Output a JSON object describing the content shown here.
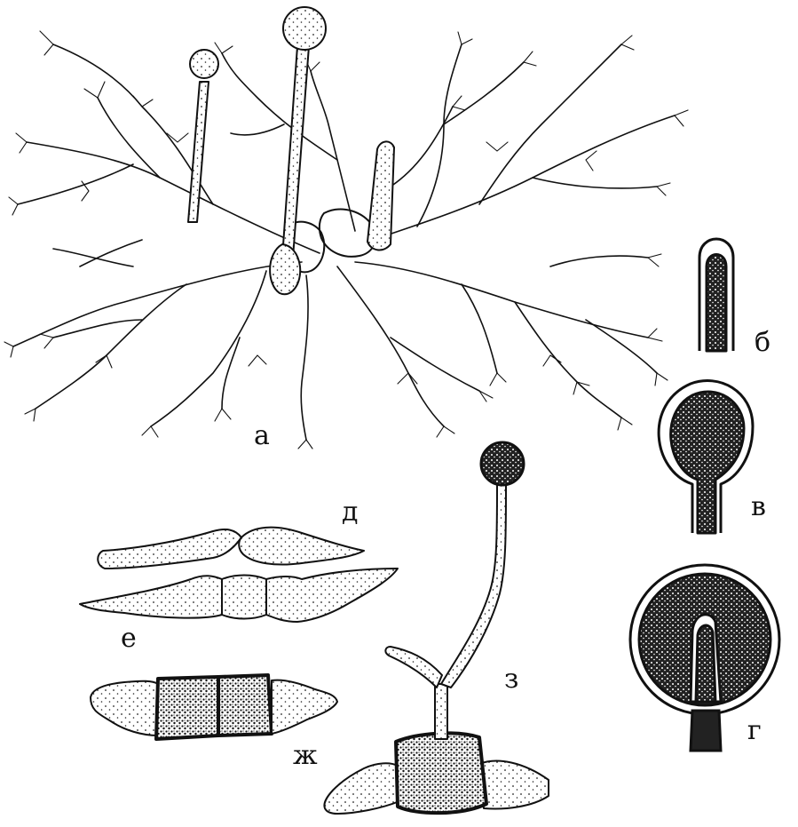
{
  "labels": {
    "a": "а",
    "b": "б",
    "v": "в",
    "g": "г",
    "d": "д",
    "e": "е",
    "zh": "ж",
    "z": "з"
  }
}
